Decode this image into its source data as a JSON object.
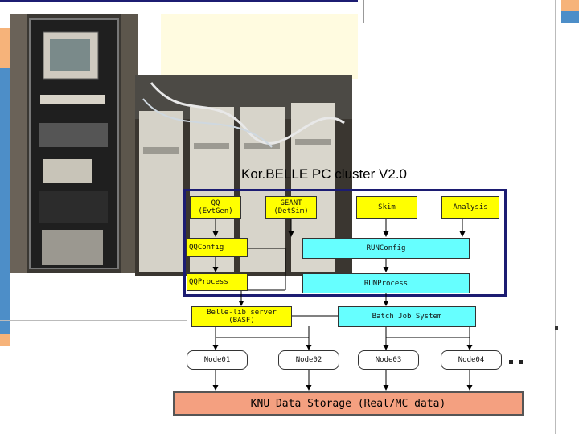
{
  "colors": {
    "slide_bg": "#ffffff",
    "accent_orange": "#f6b37a",
    "accent_blue": "#4d8ec8",
    "accent_cream": "#fffbe0",
    "frame_navy": "#1c1c72",
    "box_yellow": "#ffff00",
    "box_cyan": "#66ffff",
    "storage_fill": "#f4a080"
  },
  "diagram": {
    "title": "Kor.BELLE PC cluster V2.0",
    "boxes": {
      "qq": "QQ\n(EvtGen)",
      "geant": "GEANT\n(DetSim)",
      "skim": "Skim",
      "analysis": "Analysis",
      "qqconfig": "QQConfig",
      "runconfig": "RUNConfig",
      "qqprocess": "QQProcess",
      "runprocess": "RUNProcess",
      "bellelib": "Belle-lib server\n(BASF)",
      "batch": "Batch Job System",
      "node01": "Node01",
      "node02": "Node02",
      "node03": "Node03",
      "node04": "Node04",
      "storage": "KNU Data Storage (Real/MC data)"
    }
  }
}
